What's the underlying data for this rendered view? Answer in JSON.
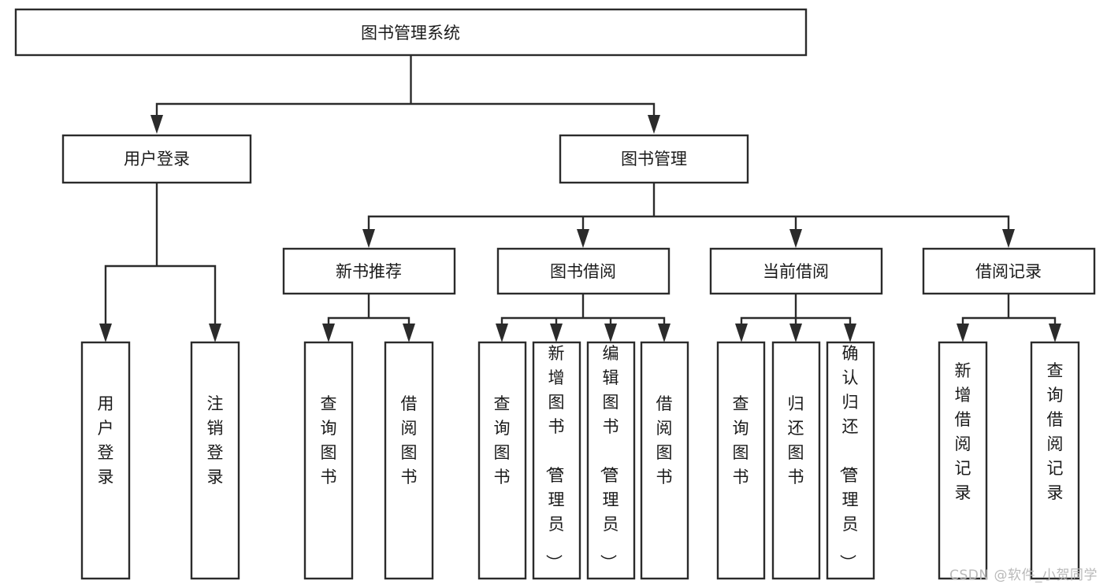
{
  "diagram": {
    "type": "tree-hierarchy",
    "title": "图书管理系统",
    "watermark": "CSDN @软件_小贺同学",
    "colors": {
      "stroke": "#2b2b2b",
      "fill": "#ffffff",
      "text": "#1a1a1a",
      "watermark": "#b9b9b9",
      "background": "#ffffff"
    },
    "levels": [
      {
        "level": 1,
        "nodes": [
          {
            "id": "root",
            "label": "图书管理系统",
            "orientation": "horizontal"
          }
        ]
      },
      {
        "level": 2,
        "nodes": [
          {
            "id": "login",
            "label": "用户登录",
            "orientation": "horizontal",
            "parent": "root"
          },
          {
            "id": "bookmgmt",
            "label": "图书管理",
            "orientation": "horizontal",
            "parent": "root"
          }
        ]
      },
      {
        "level": 3,
        "nodes": [
          {
            "id": "newbook",
            "label": "新书推荐",
            "orientation": "horizontal",
            "parent": "bookmgmt"
          },
          {
            "id": "borrow",
            "label": "图书借阅",
            "orientation": "horizontal",
            "parent": "bookmgmt"
          },
          {
            "id": "current",
            "label": "当前借阅",
            "orientation": "horizontal",
            "parent": "bookmgmt"
          },
          {
            "id": "record",
            "label": "借阅记录",
            "orientation": "horizontal",
            "parent": "bookmgmt"
          }
        ]
      },
      {
        "level": 4,
        "nodes": [
          {
            "id": "leaf-1",
            "label": "用户登录",
            "orientation": "vertical",
            "parent": "login"
          },
          {
            "id": "leaf-2",
            "label": "注销登录",
            "orientation": "vertical",
            "parent": "login"
          },
          {
            "id": "leaf-3",
            "label": "查询图书",
            "orientation": "vertical",
            "parent": "newbook"
          },
          {
            "id": "leaf-4",
            "label": "借阅图书",
            "orientation": "vertical",
            "parent": "newbook"
          },
          {
            "id": "leaf-5",
            "label": "查询图书",
            "orientation": "vertical",
            "parent": "borrow"
          },
          {
            "id": "leaf-6",
            "label": "新增图书（管理员）",
            "orientation": "vertical",
            "parent": "borrow"
          },
          {
            "id": "leaf-7",
            "label": "编辑图书（管理员）",
            "orientation": "vertical",
            "parent": "borrow"
          },
          {
            "id": "leaf-8",
            "label": "借阅图书",
            "orientation": "vertical",
            "parent": "borrow"
          },
          {
            "id": "leaf-9",
            "label": "查询图书",
            "orientation": "vertical",
            "parent": "current"
          },
          {
            "id": "leaf-10",
            "label": "归还图书",
            "orientation": "vertical",
            "parent": "current"
          },
          {
            "id": "leaf-11",
            "label": "确认归还（管理员）",
            "orientation": "vertical",
            "parent": "current"
          },
          {
            "id": "leaf-12",
            "label": "新增借阅记录",
            "orientation": "vertical",
            "parent": "record"
          },
          {
            "id": "leaf-13",
            "label": "查询借阅记录",
            "orientation": "vertical",
            "parent": "record"
          }
        ]
      }
    ]
  }
}
